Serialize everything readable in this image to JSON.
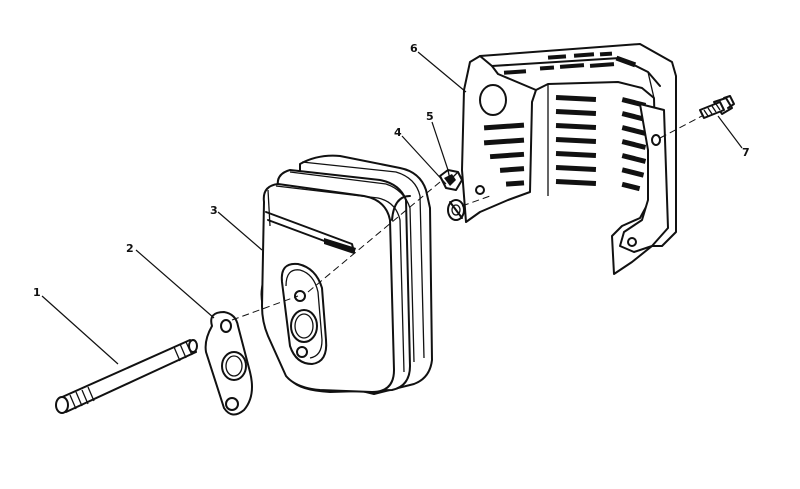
{
  "callouts": [
    {
      "id": "1",
      "label": "1"
    },
    {
      "id": "2",
      "label": "2"
    },
    {
      "id": "3",
      "label": "3"
    },
    {
      "id": "4",
      "label": "4"
    },
    {
      "id": "5",
      "label": "5"
    },
    {
      "id": "6",
      "label": "6"
    },
    {
      "id": "7",
      "label": "7"
    }
  ],
  "parts": [
    "stud",
    "gasket",
    "muffler",
    "lock-washer",
    "nut",
    "muffler-guard",
    "screw"
  ],
  "colors": {
    "ink": "#111111",
    "paper": "#ffffff"
  }
}
